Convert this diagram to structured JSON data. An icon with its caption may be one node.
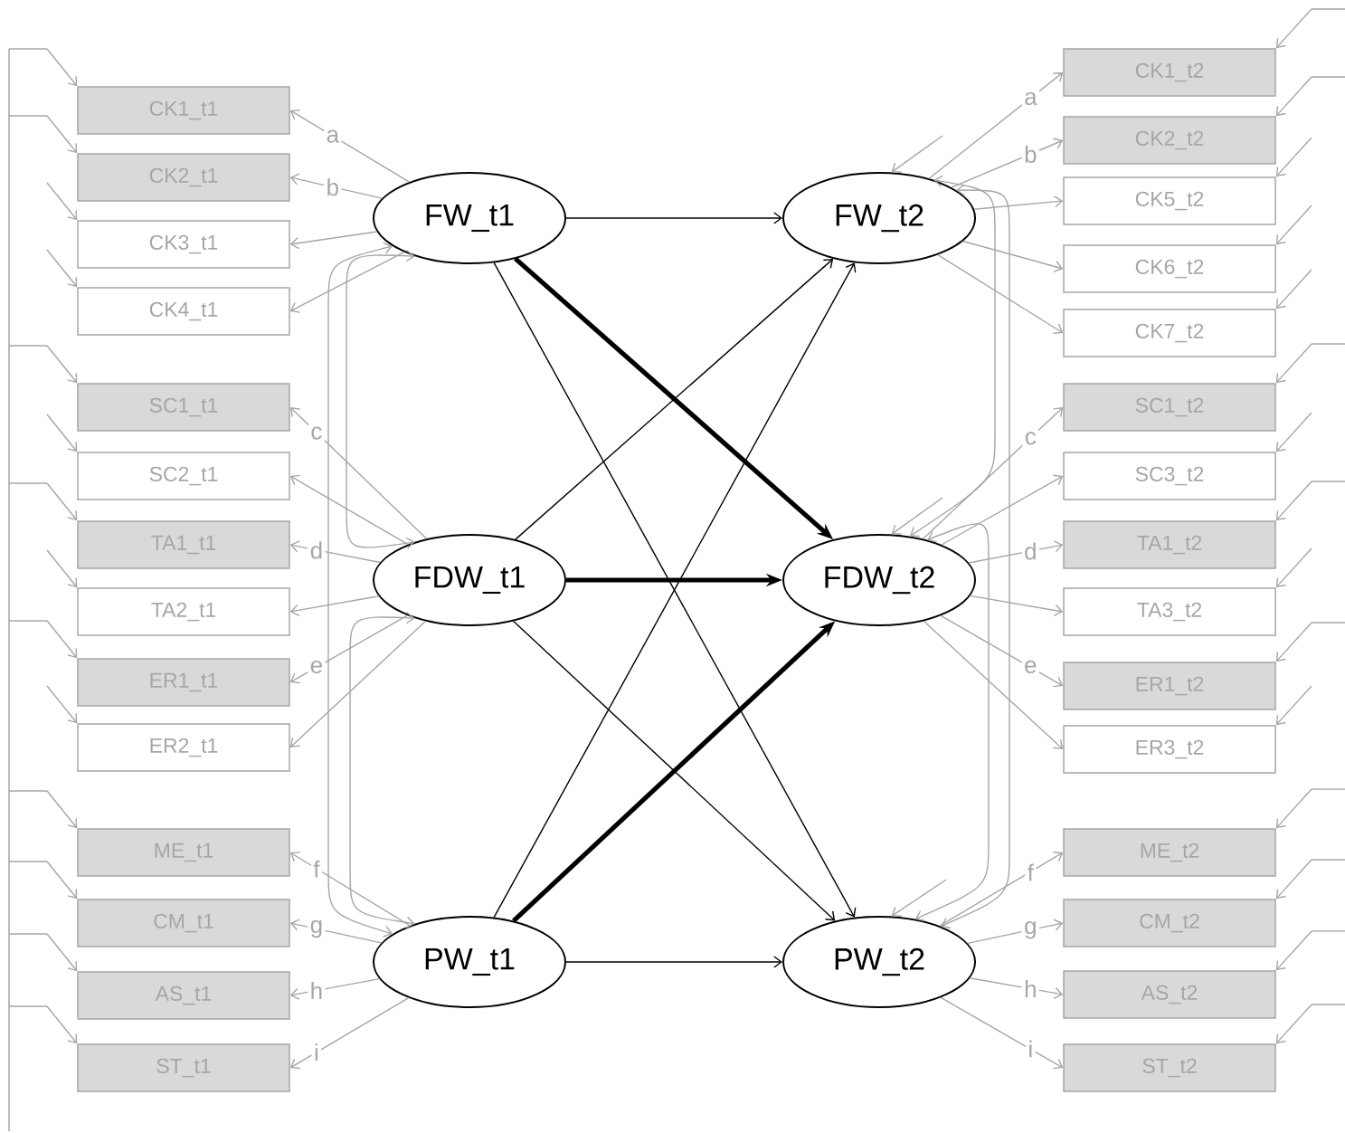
{
  "diagram": {
    "nodes": [
      {
        "text": [
          "CK1_t1"
        ]
      },
      {
        "text": [
          "CK2_t1"
        ]
      },
      {
        "text": [
          "CK3_t1"
        ]
      },
      {
        "text": [
          "CK4_t1"
        ]
      },
      {
        "text": [
          "SC1_t1"
        ]
      },
      {
        "text": [
          "SC2_t1"
        ]
      },
      {
        "text": [
          "TA1_t1"
        ]
      },
      {
        "text": [
          "TA2_t1"
        ]
      },
      {
        "text": [
          "ER1_t1"
        ]
      },
      {
        "text": [
          "ER2_t1"
        ]
      },
      {
        "text": [
          "ME_t1"
        ]
      },
      {
        "text": [
          "CM_t1"
        ]
      },
      {
        "text": [
          "AS_t1"
        ]
      },
      {
        "text": [
          "ST_t1"
        ]
      },
      {
        "text": [
          "FW_t1"
        ]
      },
      {
        "text": [
          "FDW_t1"
        ]
      },
      {
        "text": [
          "PW_t1"
        ]
      },
      {
        "text": [
          "FW_t2"
        ]
      },
      {
        "text": [
          "FDW_t2"
        ]
      },
      {
        "text": [
          "PW_t2"
        ]
      },
      {
        "text": [
          "CK1_t2"
        ]
      },
      {
        "text": [
          "CK2_t2"
        ]
      },
      {
        "text": [
          "CK5_t2"
        ]
      },
      {
        "text": [
          "CK6_t2"
        ]
      },
      {
        "text": [
          "CK7_t2"
        ]
      },
      {
        "text": [
          "SC1_t2"
        ]
      },
      {
        "text": [
          "SC3_t2"
        ]
      },
      {
        "text": [
          "TA1_t2"
        ]
      },
      {
        "text": [
          "TA3_t2"
        ]
      },
      {
        "text": [
          "ER1_t2"
        ]
      },
      {
        "text": [
          "ER3_t2"
        ]
      },
      {
        "text": [
          "ME_t2"
        ]
      },
      {
        "text": [
          "CM_t2"
        ]
      },
      {
        "text": [
          "AS_t2"
        ]
      },
      {
        "text": [
          "ST_t2"
        ]
      }
    ],
    "edges": [
      {
        "from": 14,
        "to": 17,
        "arrow": "to",
        "color": "#000000"
      },
      {
        "from": 14,
        "to": 18,
        "arrow": "to",
        "style": "thick",
        "color": "#000000"
      },
      {
        "from": 14,
        "to": 19,
        "arrow": "to",
        "color": "#000000"
      },
      {
        "from": 15,
        "to": 17,
        "arrow": "to",
        "color": "#000000"
      },
      {
        "from": 15,
        "to": 18,
        "arrow": "to",
        "style": "thick",
        "color": "#000000"
      },
      {
        "from": 15,
        "to": 19,
        "arrow": "to",
        "color": "#000000"
      },
      {
        "from": 16,
        "to": 17,
        "arrow": "to",
        "color": "#000000"
      },
      {
        "from": 16,
        "to": 18,
        "arrow": "to",
        "style": "thick",
        "color": "#000000"
      },
      {
        "from": 16,
        "to": 19,
        "arrow": "to",
        "color": "#000000"
      },
      {
        "from": 14,
        "to": 0,
        "arrow": "to",
        "label": "a"
      },
      {
        "from": 14,
        "to": 1,
        "arrow": "to",
        "label": "b"
      },
      {
        "from": 14,
        "to": 2,
        "arrow": "to"
      },
      {
        "from": 14,
        "to": 3,
        "arrow": "to"
      },
      {
        "from": 15,
        "to": 4,
        "arrow": "to",
        "label": "c"
      },
      {
        "from": 15,
        "to": 5,
        "arrow": "to"
      },
      {
        "from": 15,
        "to": 6,
        "arrow": "to",
        "label": "d"
      },
      {
        "from": 15,
        "to": 7,
        "arrow": "to"
      },
      {
        "from": 15,
        "to": 8,
        "arrow": "to",
        "label": "e"
      },
      {
        "from": 15,
        "to": 9,
        "arrow": "to"
      },
      {
        "from": 16,
        "to": 10,
        "arrow": "to",
        "label": "f"
      },
      {
        "from": 16,
        "to": 11,
        "arrow": "to",
        "label": "g"
      },
      {
        "from": 16,
        "to": 12,
        "arrow": "to",
        "label": "h"
      },
      {
        "from": 16,
        "to": 13,
        "arrow": "to",
        "label": "i"
      },
      {
        "from": 17,
        "to": 20,
        "arrow": "to",
        "label": "a"
      },
      {
        "from": 17,
        "to": 21,
        "arrow": "to",
        "label": "b"
      },
      {
        "from": 17,
        "to": 22,
        "arrow": "to"
      },
      {
        "from": 17,
        "to": 23,
        "arrow": "to"
      },
      {
        "from": 17,
        "to": 24,
        "arrow": "to"
      },
      {
        "from": 18,
        "to": 25,
        "arrow": "to",
        "label": "c"
      },
      {
        "from": 18,
        "to": 26,
        "arrow": "to"
      },
      {
        "from": 18,
        "to": 27,
        "arrow": "to",
        "label": "d"
      },
      {
        "from": 18,
        "to": 28,
        "arrow": "to"
      },
      {
        "from": 18,
        "to": 29,
        "arrow": "to",
        "label": "e"
      },
      {
        "from": 18,
        "to": 30,
        "arrow": "to"
      },
      {
        "from": 19,
        "to": 31,
        "arrow": "to",
        "label": "f"
      },
      {
        "from": 19,
        "to": 32,
        "arrow": "to",
        "label": "g"
      },
      {
        "from": 19,
        "to": 33,
        "arrow": "to",
        "label": "h"
      },
      {
        "from": 19,
        "to": 34,
        "arrow": "to",
        "label": "i"
      },
      {
        "from": 14,
        "to": 15,
        "arrow": "both"
      },
      {
        "from": 15,
        "to": 16,
        "arrow": "both"
      },
      {
        "from": 14,
        "to": 16,
        "arrow": "both"
      },
      {
        "from": 17,
        "to": 18,
        "arrow": "both"
      },
      {
        "from": 18,
        "to": 19,
        "arrow": "both"
      },
      {
        "from": 17,
        "to": 19,
        "arrow": "both"
      },
      {
        "from": null,
        "to": 17,
        "arrow": "to"
      },
      {
        "from": null,
        "to": 18,
        "arrow": "to"
      },
      {
        "from": null,
        "to": 19,
        "arrow": "to"
      },
      {
        "from": null,
        "to": 0,
        "arrow": "to"
      },
      {
        "from": null,
        "to": 1,
        "arrow": "to"
      },
      {
        "from": null,
        "to": 2,
        "arrow": "to"
      },
      {
        "from": null,
        "to": 3,
        "arrow": "to"
      },
      {
        "from": null,
        "to": 4,
        "arrow": "to"
      },
      {
        "from": null,
        "to": 5,
        "arrow": "to"
      },
      {
        "from": null,
        "to": 6,
        "arrow": "to"
      },
      {
        "from": null,
        "to": 7,
        "arrow": "to"
      },
      {
        "from": null,
        "to": 8,
        "arrow": "to"
      },
      {
        "from": null,
        "to": 9,
        "arrow": "to"
      },
      {
        "from": null,
        "to": 10,
        "arrow": "to"
      },
      {
        "from": null,
        "to": 11,
        "arrow": "to"
      },
      {
        "from": null,
        "to": 12,
        "arrow": "to"
      },
      {
        "from": null,
        "to": 13,
        "arrow": "to"
      },
      {
        "from": null,
        "to": 20,
        "arrow": "to"
      },
      {
        "from": null,
        "to": 21,
        "arrow": "to"
      },
      {
        "from": null,
        "to": 22,
        "arrow": "to"
      },
      {
        "from": null,
        "to": 23,
        "arrow": "to"
      },
      {
        "from": null,
        "to": 24,
        "arrow": "to"
      },
      {
        "from": null,
        "to": 25,
        "arrow": "to"
      },
      {
        "from": null,
        "to": 26,
        "arrow": "to"
      },
      {
        "from": null,
        "to": 27,
        "arrow": "to"
      },
      {
        "from": null,
        "to": 28,
        "arrow": "to"
      },
      {
        "from": null,
        "to": 29,
        "arrow": "to"
      },
      {
        "from": null,
        "to": 30,
        "arrow": "to"
      },
      {
        "from": null,
        "to": 31,
        "arrow": "to"
      },
      {
        "from": null,
        "to": 32,
        "arrow": "to"
      },
      {
        "from": null,
        "to": 33,
        "arrow": "to"
      },
      {
        "from": null,
        "to": 34,
        "arrow": "to"
      }
    ]
  }
}
